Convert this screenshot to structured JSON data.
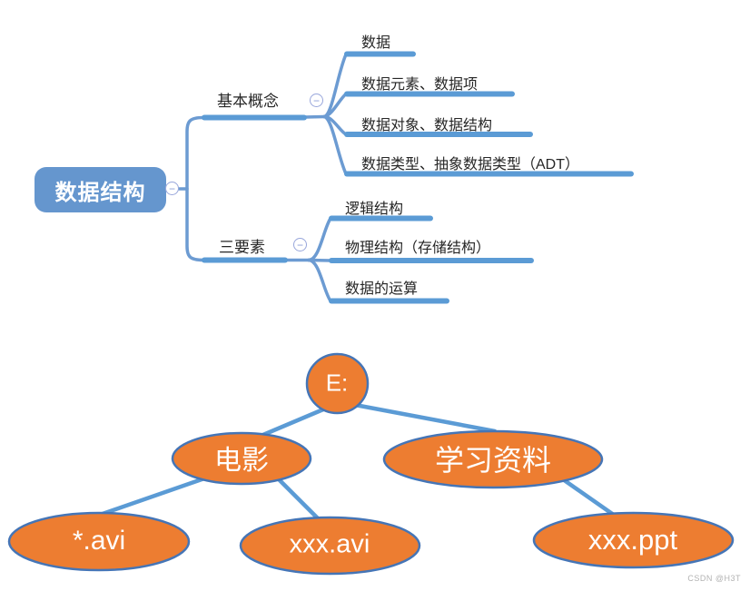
{
  "mindmap": {
    "root": {
      "label": "数据结构"
    },
    "collapse_glyph": "−",
    "branches": [
      {
        "label": "基本概念",
        "children": [
          {
            "label": "数据"
          },
          {
            "label": "数据元素、数据项"
          },
          {
            "label": "数据对象、数据结构"
          },
          {
            "label": "数据类型、抽象数据类型（ADT）"
          }
        ]
      },
      {
        "label": "三要素",
        "children": [
          {
            "label": "逻辑结构"
          },
          {
            "label": "物理结构（存储结构）"
          },
          {
            "label": "数据的运算"
          }
        ]
      }
    ]
  },
  "tree": {
    "nodes": [
      {
        "id": "drive-root",
        "label": "E:"
      },
      {
        "id": "movies",
        "label": "电影"
      },
      {
        "id": "study-materials",
        "label": "学习资料"
      },
      {
        "id": "star-avi",
        "label": "*.avi"
      },
      {
        "id": "xxx-avi",
        "label": "xxx.avi"
      },
      {
        "id": "xxx-ppt",
        "label": "xxx.ppt"
      }
    ]
  },
  "watermark": "CSDN @H3T",
  "colors": {
    "root_fill": "#6596CE",
    "branch_bar": "#5B9BD5",
    "connector": "#6C9BD2",
    "collapse_stroke": "#98A6DB",
    "ellipse_fill": "#ED7D31",
    "ellipse_stroke": "#4575B6",
    "tree_edge": "#5B9BD5",
    "text_dark": "#262626",
    "text_white": "#FFFFFF"
  }
}
